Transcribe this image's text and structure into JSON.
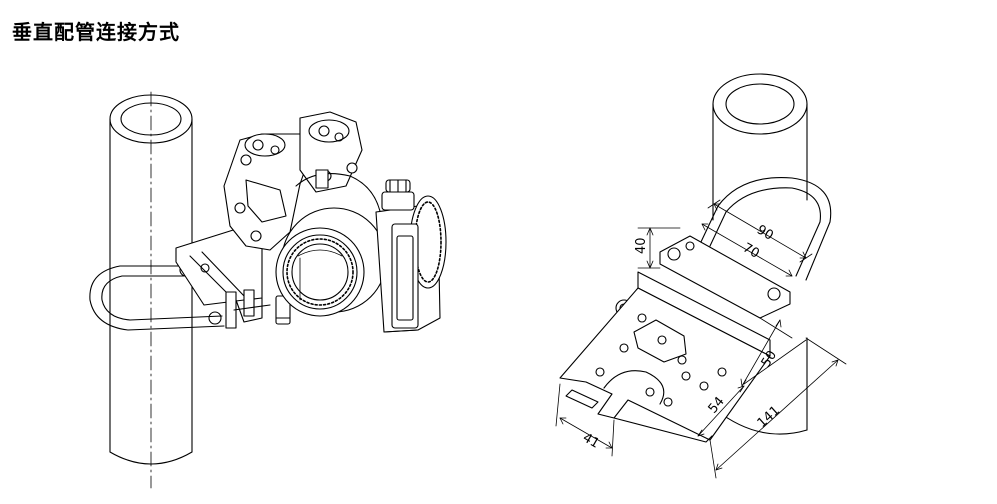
{
  "page": {
    "title": "垂直配管连接方式"
  },
  "bracket_dimensions": {
    "d40": "40",
    "d90": "90",
    "d70": "70",
    "d50": "50",
    "d54": "54",
    "d141": "141",
    "d41": "41"
  }
}
